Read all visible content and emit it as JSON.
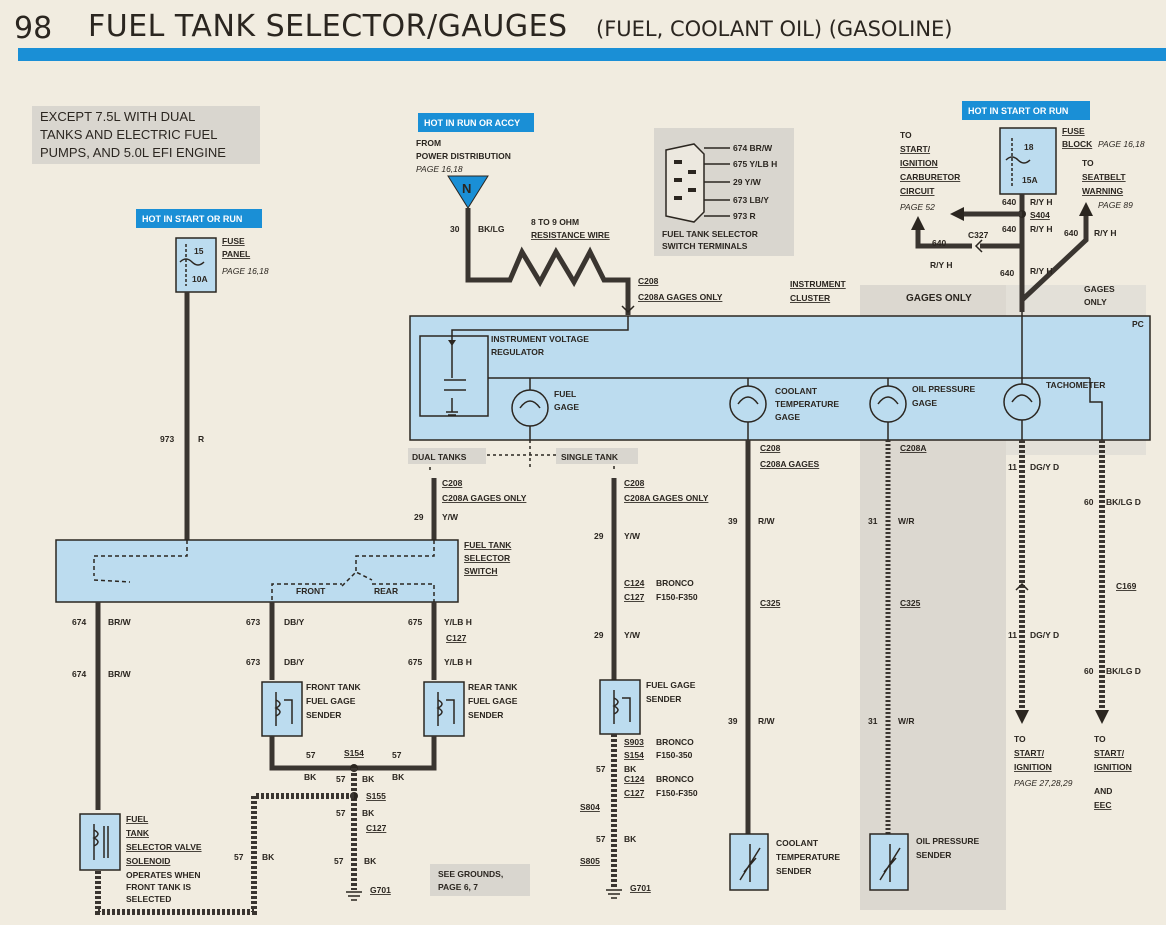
{
  "header": {
    "page_number": "98",
    "title": "FUEL TANK SELECTOR/GAUGES",
    "subtitle": "(FUEL, COOLANT OIL) (GASOLINE)"
  },
  "notes": {
    "except": [
      "EXCEPT 7.5L WITH DUAL",
      "TANKS AND ELECTRIC FUEL",
      "PUMPS, AND 5.0L EFI ENGINE"
    ],
    "see_grounds": [
      "SEE GROUNDS,",
      "PAGE 6, 7"
    ]
  },
  "power": {
    "hot_start_run": "HOT IN START OR RUN",
    "hot_run_accy": "HOT IN RUN OR ACCY",
    "from_power": [
      "FROM",
      "POWER DISTRIBUTION"
    ],
    "from_page": "PAGE 16,18",
    "n_symbol": "N",
    "fuse_panel": {
      "fuse": "15",
      "amps": "10A",
      "label": [
        "FUSE",
        "PANEL"
      ],
      "page": "PAGE 16,18"
    },
    "fuse_block": {
      "fuse": "18",
      "amps": "15A",
      "label": [
        "FUSE",
        "BLOCK"
      ],
      "page": "PAGE 16,18"
    }
  },
  "resistance": {
    "circuit": "30",
    "color": "BK/LG",
    "label": [
      "8 TO 9 OHM",
      "RESISTANCE WIRE"
    ]
  },
  "terminals": {
    "pins": [
      "674 BR/W",
      "675 Y/LB H",
      "29 Y/W",
      "673 LB/Y",
      "973 R"
    ],
    "caption": [
      "FUEL TANK SELECTOR",
      "SWITCH TERMINALS"
    ]
  },
  "cluster": {
    "label": [
      "INSTRUMENT",
      "CLUSTER"
    ],
    "gages_only": "GAGES ONLY",
    "pc": "PC",
    "ivr": [
      "INSTRUMENT VOLTAGE",
      "REGULATOR"
    ],
    "fuel_gage": [
      "FUEL",
      "GAGE"
    ],
    "coolant_gage": [
      "COOLANT",
      "TEMPERATURE",
      "GAGE"
    ],
    "oil_gage": [
      "OIL PRESSURE",
      "GAGE"
    ],
    "tach": "TACHOMETER",
    "gages_only_right": [
      "GAGES",
      "ONLY"
    ]
  },
  "connectors": {
    "c208": "C208",
    "c208a_gages_only": "C208A GAGES ONLY",
    "c208a_gages": "C208A GAGES",
    "c208a": "C208A",
    "c124": "C124",
    "bronco": "BRONCO",
    "c127": "C127",
    "f150": "F150-F350",
    "c325": "C325",
    "c169": "C169",
    "c327": "C327",
    "s404": "S404",
    "s154": "S154",
    "s155": "S155",
    "s903": "S903",
    "s804": "S804",
    "s805": "S805",
    "g701": "G701",
    "f150_350": "F150-350"
  },
  "tank_labels": {
    "dual": "DUAL TANKS",
    "single": "SINGLE TANK"
  },
  "selector": {
    "label": [
      "FUEL TANK",
      "SELECTOR",
      "SWITCH"
    ],
    "front": "FRONT",
    "rear": "REAR"
  },
  "wires": {
    "w973": "973",
    "r": "R",
    "w29": "29",
    "yw": "Y/W",
    "w674": "674",
    "brw": "BR/W",
    "w673": "673",
    "dby": "DB/Y",
    "w675": "675",
    "ylbh": "Y/LB H",
    "w57": "57",
    "bk": "BK",
    "w39": "39",
    "rw": "R/W",
    "w31": "31",
    "wr": "W/R",
    "w11": "11",
    "dgyd": "DG/Y D",
    "w60": "60",
    "bklgd": "BK/LG D",
    "w640": "640",
    "ryh": "R/Y H"
  },
  "senders": {
    "front": [
      "FRONT TANK",
      "FUEL GAGE",
      "SENDER"
    ],
    "rear": [
      "REAR TANK",
      "FUEL GAGE",
      "SENDER"
    ],
    "single": [
      "FUEL GAGE",
      "SENDER"
    ],
    "coolant": [
      "COOLANT",
      "TEMPERATURE",
      "SENDER"
    ],
    "oil": [
      "OIL PRESSURE",
      "SENDER"
    ],
    "solenoid": [
      "FUEL",
      "TANK",
      "SELECTOR VALVE",
      "SOLENOID"
    ],
    "solenoid_note": [
      "OPERATES WHEN",
      "FRONT TANK IS",
      "SELECTED"
    ]
  },
  "destinations": {
    "carb": [
      "TO",
      "START/",
      "IGNITION",
      "CARBURETOR",
      "CIRCUIT"
    ],
    "carb_page": "PAGE 52",
    "seatbelt": [
      "TO",
      "SEATBELT",
      "WARNING"
    ],
    "seatbelt_page": "PAGE 89",
    "ign1": [
      "TO",
      "START/",
      "IGNITION"
    ],
    "ign1_page": "PAGE 27,28,29",
    "ign2": [
      "TO",
      "START/",
      "IGNITION",
      "AND",
      "EEC"
    ]
  },
  "colors": {
    "accent_blue": "#1a8fd6",
    "box_fill": "#bcdcef",
    "wire": "#3a3530",
    "paper": "#f1ece0",
    "grey_band": "#dcd8d0"
  }
}
